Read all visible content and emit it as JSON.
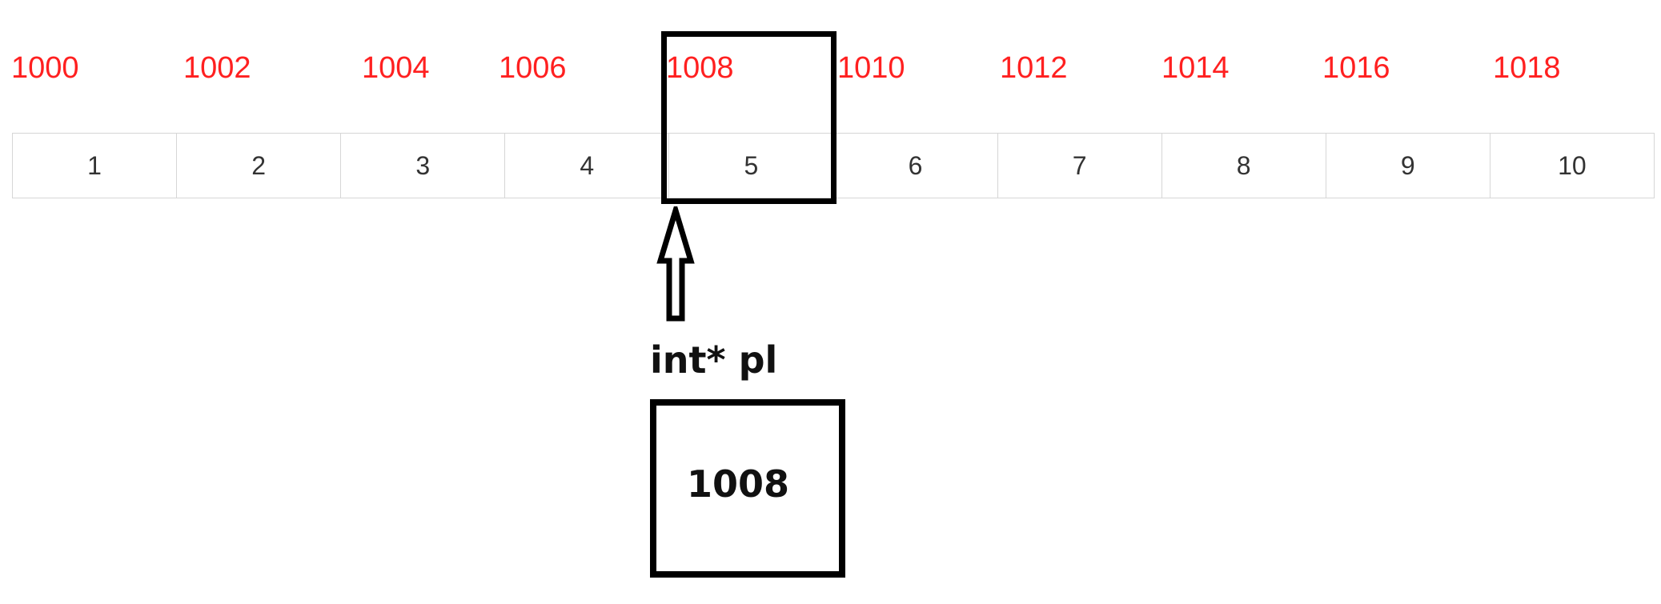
{
  "addresses": [
    "1000",
    "1002",
    "1004",
    "1006",
    "1008",
    "1010",
    "1012",
    "1014",
    "1016",
    "1018"
  ],
  "cells": [
    "1",
    "2",
    "3",
    "4",
    "5",
    "6",
    "7",
    "8",
    "9",
    "10"
  ],
  "highlighted_index": 4,
  "pointer": {
    "label": "int* pl",
    "value": "1008"
  },
  "colors": {
    "address_text": "#ff2020",
    "cell_border": "#d6d6d6",
    "cell_text": "#333333",
    "box_stroke": "#000000"
  }
}
